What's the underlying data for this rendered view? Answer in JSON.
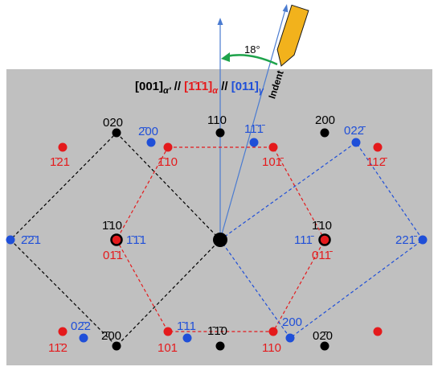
{
  "header": {
    "parts": [
      {
        "text": "[001]",
        "sub": "α′",
        "color": "#000000"
      },
      {
        "text": " // ",
        "sub": "",
        "color": "#000000"
      },
      {
        "text": "[1̄1̄1]",
        "sub": "α",
        "color": "#e41a1c"
      },
      {
        "text": " // ",
        "sub": "",
        "color": "#000000"
      },
      {
        "text": "[011]",
        "sub": "γ",
        "color": "#1f4fd8"
      }
    ]
  },
  "angle_label": "18°",
  "indent_label": "Indent",
  "colors": {
    "alpha_prime": "#000000",
    "alpha": "#e41a1c",
    "gamma": "#1f4fd8",
    "background": "#c0c0c0",
    "axis": "#4a7bd0",
    "arc": "#1ea34b",
    "indenter": "#f2b21c"
  },
  "spots": [
    {
      "label": "020",
      "color": "#000000"
    },
    {
      "label": "1̄10",
      "color": "#000000"
    },
    {
      "label": "110",
      "color": "#000000"
    },
    {
      "label": "200",
      "color": "#000000"
    },
    {
      "label": "1̄10",
      "color": "#000000"
    },
    {
      "label": "2̄00",
      "color": "#000000"
    },
    {
      "label": "1̄1̄0",
      "color": "#000000"
    },
    {
      "label": "02̄0",
      "color": "#000000"
    },
    {
      "label": "1̄21",
      "color": "#e41a1c"
    },
    {
      "label": "1̄10",
      "color": "#e41a1c"
    },
    {
      "label": "101̄",
      "color": "#e41a1c"
    },
    {
      "label": "112̄",
      "color": "#e41a1c"
    },
    {
      "label": "01̄1",
      "color": "#e41a1c"
    },
    {
      "label": "011̄",
      "color": "#e41a1c"
    },
    {
      "label": "101",
      "color": "#e41a1c"
    },
    {
      "label": "110",
      "color": "#e41a1c"
    },
    {
      "label": "11̄2",
      "color": "#e41a1c"
    },
    {
      "label": "2̄00",
      "color": "#1f4fd8"
    },
    {
      "label": "11̄1̄",
      "color": "#1f4fd8"
    },
    {
      "label": "022̄",
      "color": "#1f4fd8"
    },
    {
      "label": "2̄2̄1",
      "color": "#1f4fd8"
    },
    {
      "label": "1̄1̄1",
      "color": "#1f4fd8"
    },
    {
      "label": "111̄",
      "color": "#1f4fd8"
    },
    {
      "label": "221̄",
      "color": "#1f4fd8"
    },
    {
      "label": "02̄2",
      "color": "#1f4fd8"
    },
    {
      "label": "1̄11",
      "color": "#1f4fd8"
    },
    {
      "label": "200",
      "color": "#1f4fd8"
    }
  ]
}
